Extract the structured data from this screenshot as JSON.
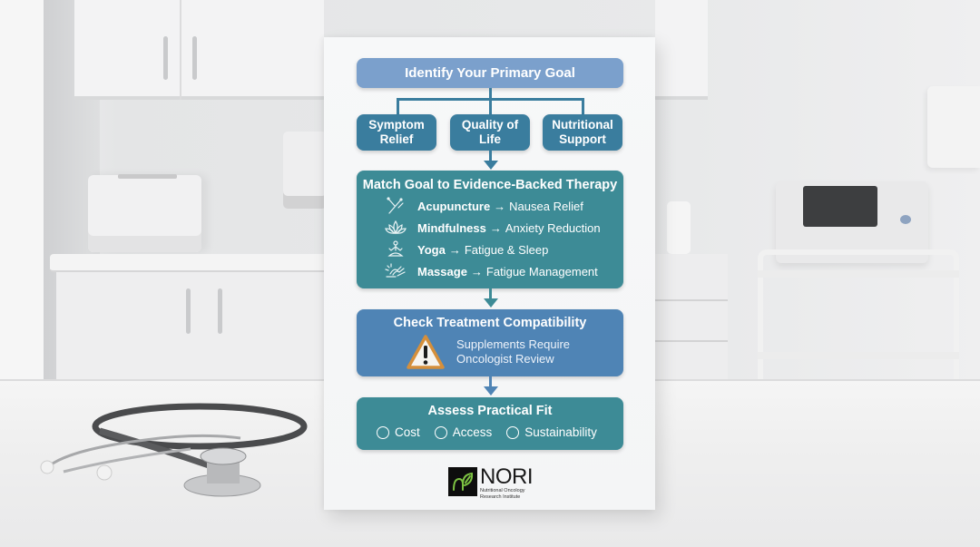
{
  "colors": {
    "goal_box": "#7ba0cc",
    "sub_box": "#3a7d9e",
    "therapy_box": "#3d8b96",
    "compat_box": "#4f84b5",
    "fit_box": "#3d8b96",
    "warning_orange": "#d58f3b",
    "logo_green": "#7cc242"
  },
  "flowchart": {
    "step1": {
      "title": "Identify Your Primary Goal",
      "options": [
        {
          "line1": "Symptom",
          "line2": "Relief"
        },
        {
          "line1": "Quality of",
          "line2": "Life"
        },
        {
          "line1": "Nutritional",
          "line2": "Support"
        }
      ]
    },
    "step2": {
      "title": "Match Goal to Evidence-Backed Therapy",
      "therapies": [
        {
          "icon": "acupuncture-needles-icon",
          "name": "Acupuncture",
          "arrow": "→",
          "benefit": "Nausea Relief"
        },
        {
          "icon": "lotus-icon",
          "name": "Mindfulness",
          "arrow": "→",
          "benefit": "Anxiety Reduction"
        },
        {
          "icon": "yoga-pose-icon",
          "name": "Yoga",
          "arrow": "→",
          "benefit": "Fatigue & Sleep"
        },
        {
          "icon": "massage-hands-icon",
          "name": "Massage",
          "arrow": "→",
          "benefit": "Fatigue Management"
        }
      ]
    },
    "step3": {
      "title": "Check Treatment Compatibility",
      "warning_icon": "warning-triangle-icon",
      "note_line1": "Supplements Require",
      "note_line2": "Oncologist Review"
    },
    "step4": {
      "title": "Assess Practical Fit",
      "options": [
        "Cost",
        "Access",
        "Sustainability"
      ]
    }
  },
  "logo": {
    "name": "NORI",
    "subtitle_line1": "Nutritional Oncology",
    "subtitle_line2": "Research Institute"
  }
}
